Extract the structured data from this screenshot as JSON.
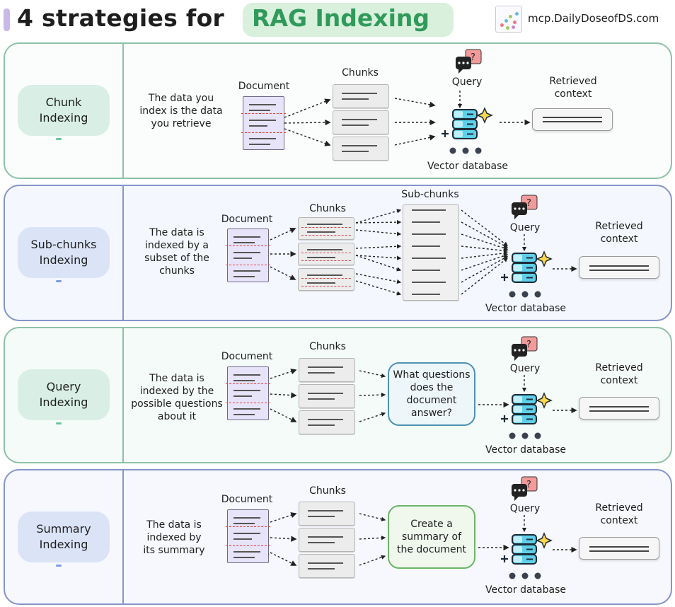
{
  "header": {
    "title_prefix": "4 strategies for",
    "title_highlight": "RAG Indexing",
    "site": "mcp.DailyDoseofDS.com"
  },
  "colors": {
    "green_border": "#8cc2a6",
    "blue_border": "#8595c8",
    "highlight_green": "#2f9a5a",
    "doc_purple": "#e7e3f8",
    "db_cyan": "#5fd0ea",
    "split_red": "#d44444"
  },
  "labels": {
    "document": "Document",
    "chunks": "Chunks",
    "sub_chunks": "Sub-chunks",
    "query": "Query",
    "retrieved": "Retrieved\ncontext",
    "vector_db": "Vector database"
  },
  "icons": [
    "question-bubble-icon",
    "vector-database-icon",
    "sparkle-icon",
    "plus-icon",
    "dots-icon",
    "scatter-logo-icon"
  ],
  "strategies": [
    {
      "name": "Chunk\nIndexing",
      "description": "The data you\nindex is the data\nyou retrieve"
    },
    {
      "name": "Sub-chunks\nIndexing",
      "description": "The data is\nindexed by a\nsubset of the\nchunks"
    },
    {
      "name": "Query\nIndexing",
      "description": "The data is\nindexed by the\npossible questions\nabout it",
      "bubble": "What questions\ndoes the\ndocument\nanswer?"
    },
    {
      "name": "Summary\nIndexing",
      "description": "The data is\nindexed by\nits summary",
      "bubble": "Create a\nsummary of\nthe document"
    }
  ]
}
